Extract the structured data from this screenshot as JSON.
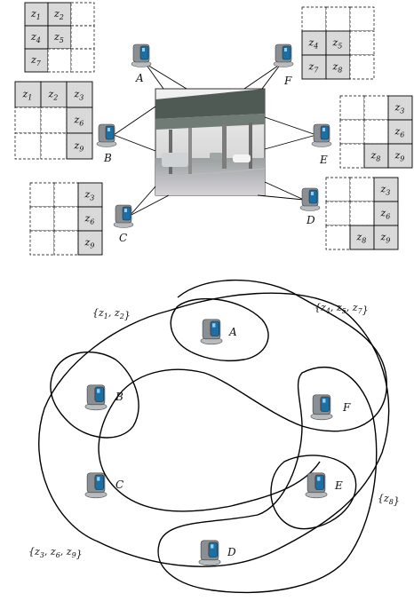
{
  "top": {
    "cameras": [
      {
        "id": "A",
        "label": "A",
        "cells": [
          [
            "z1",
            "z2",
            ""
          ],
          [
            "z4",
            "z5",
            ""
          ],
          [
            "z7",
            "",
            ""
          ]
        ]
      },
      {
        "id": "F",
        "label": "F",
        "cells": [
          [
            "",
            "",
            ""
          ],
          [
            "z4",
            "z5",
            ""
          ],
          [
            "z7",
            "z8",
            ""
          ]
        ]
      },
      {
        "id": "B",
        "label": "B",
        "cells": [
          [
            "z1",
            "z2",
            "z3"
          ],
          [
            "",
            "",
            "z6"
          ],
          [
            "",
            "",
            "z9"
          ]
        ]
      },
      {
        "id": "E",
        "label": "E",
        "cells": [
          [
            "",
            "",
            "z3"
          ],
          [
            "",
            "",
            "z6"
          ],
          [
            "",
            "z8",
            "z9"
          ]
        ]
      },
      {
        "id": "C",
        "label": "C",
        "cells": [
          [
            "",
            "",
            "z3"
          ],
          [
            "",
            "",
            "z6"
          ],
          [
            "",
            "",
            "z9"
          ]
        ]
      },
      {
        "id": "D",
        "label": "D",
        "cells": [
          [
            "",
            "",
            "z3"
          ],
          [
            "",
            "",
            "z6"
          ],
          [
            "",
            "z8",
            "z9"
          ]
        ]
      }
    ]
  },
  "bottom": {
    "nodes": [
      {
        "id": "A",
        "label": "A"
      },
      {
        "id": "B",
        "label": "B"
      },
      {
        "id": "C",
        "label": "C"
      },
      {
        "id": "D",
        "label": "D"
      },
      {
        "id": "E",
        "label": "E"
      },
      {
        "id": "F",
        "label": "F"
      }
    ],
    "sets": [
      {
        "label": "{z1, z2}"
      },
      {
        "label": "{z4, z5, z7}"
      },
      {
        "label": "{z8}"
      },
      {
        "label": "{z3, z6, z9}"
      }
    ]
  },
  "colors": {
    "cell_fill": "#d9d9d9",
    "line": "#000000",
    "camera_body": "#8a8f94",
    "camera_screen": "#1d6fa3"
  }
}
